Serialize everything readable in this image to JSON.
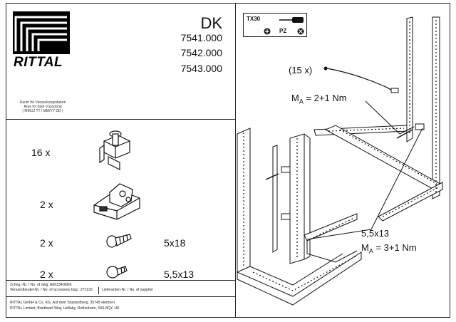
{
  "brand": {
    "logo_text": "RITTAL"
  },
  "header": {
    "product_code": "DK",
    "models": [
      "7541.000",
      "7542.000",
      "7543.000"
    ]
  },
  "packing_note": [
    "Raum für Verpackungsdatum",
    "Area for date of packing",
    "( MM/JJ TT / MM/YY DD )"
  ],
  "parts": [
    {
      "qty": "16 x",
      "size": ""
    },
    {
      "qty": "2 x",
      "size": ""
    },
    {
      "qty": "2 x",
      "size": "5x18"
    },
    {
      "qty": "2 x",
      "size": "5,5x13"
    }
  ],
  "footer": {
    "drawing_no": "Zchng.-Nr. / No. of dwg.   A0633408DK",
    "bag_no": "Versandbeutel-Nr. / No. of accessory bag :  271132",
    "supplier_no": "Lieferanten-Nr. / No. of supplier :",
    "address_de": "RITTAL GmbH & Co. KG, Auf dem Stuetzelberg, 35745 Herborn",
    "address_uk": "RITTAL Limited, Braithwell Way, Hellaby, Rotherham, S66 8QY, UK"
  },
  "tools": {
    "torx": "TX30",
    "pozidriv": "PZ"
  },
  "diagram": {
    "count_label": "(15 x)",
    "torque_1": {
      "prefix": "M",
      "sub": "A",
      "value": " = 2+1 Nm"
    },
    "screw_label": "5,5x13",
    "torque_2": {
      "prefix": "M",
      "sub": "A",
      "value": " = 3+1 Nm"
    }
  }
}
